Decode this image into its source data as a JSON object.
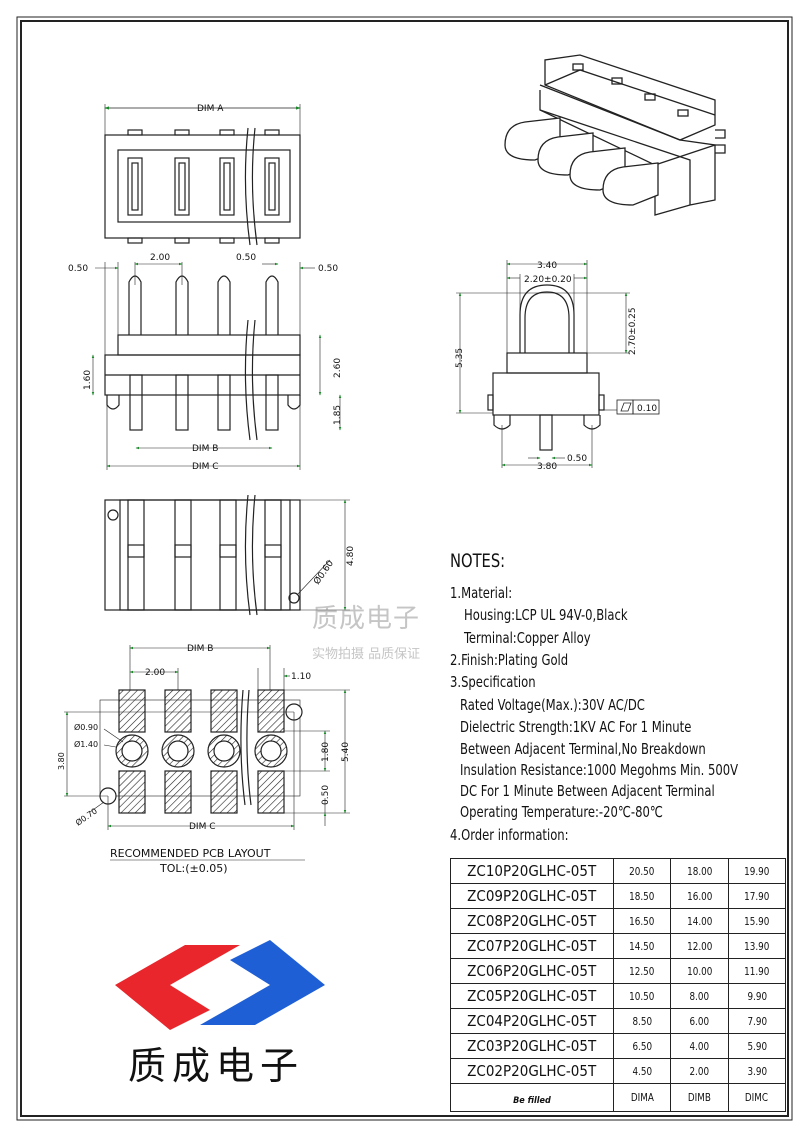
{
  "drawing": {
    "top_view": {
      "dim_a": "DIM A"
    },
    "front_view": {
      "pitch": "2.00",
      "left_offset": "0.50",
      "right_offset_a": "0.50",
      "right_offset_b": "0.50",
      "left_height": "1.60",
      "body_height": "2.60",
      "pin_height": "1.85",
      "dim_b": "DIM B",
      "dim_c": "DIM C"
    },
    "bottom_view": {
      "height": "4.80",
      "hole": "Ø0.60"
    },
    "pcb_layout": {
      "dim_b": "DIM B",
      "pitch": "2.00",
      "pad_width": "1.10",
      "hole_inner": "Ø0.90",
      "hole_outer": "Ø1.40",
      "peg_hole": "Ø0.70",
      "left_height": "3.80",
      "center": "1.80",
      "gap": "0.50",
      "total_height": "5.40",
      "dim_c": "DIM C",
      "title": "RECOMMENDED PCB LAYOUT",
      "tolerance": "TOL:(±0.05)"
    },
    "side_view": {
      "width": "3.40",
      "contact_width": "2.20±0.20",
      "contact_height": "2.70±0.25",
      "total_height": "5.35",
      "flatness": "0.10",
      "pin_width": "0.50",
      "pin_span": "3.80"
    }
  },
  "watermark": {
    "company": "质成电子",
    "slogan": "实物拍摄 品质保证"
  },
  "logo": {
    "company": "质成电子",
    "red": "#e8262b",
    "blue": "#1f5fd6"
  },
  "notes": {
    "title": "NOTES:",
    "lines": [
      "1.Material:",
      "Housing:LCP UL 94V-0,Black",
      "Terminal:Copper Alloy",
      "2.Finish:Plating Gold",
      "3.Specification",
      "Rated Voltage(Max.):30V AC/DC",
      "Dielectric Strength:1KV AC For 1 Minute",
      "Between Adjacent Terminal,No Breakdown",
      "Insulation Resistance:1000 Megohms Min. 500V",
      "DC For 1 Minute Between Adjacent Terminal",
      "Operating Temperature:-20℃-80℃",
      "4.Order information:"
    ]
  },
  "order_table": {
    "rows": [
      [
        "ZC10P20GLHC-05T",
        "20.50",
        "18.00",
        "19.90"
      ],
      [
        "ZC09P20GLHC-05T",
        "18.50",
        "16.00",
        "17.90"
      ],
      [
        "ZC08P20GLHC-05T",
        "16.50",
        "14.00",
        "15.90"
      ],
      [
        "ZC07P20GLHC-05T",
        "14.50",
        "12.00",
        "13.90"
      ],
      [
        "ZC06P20GLHC-05T",
        "12.50",
        "10.00",
        "11.90"
      ],
      [
        "ZC05P20GLHC-05T",
        "10.50",
        "8.00",
        "9.90"
      ],
      [
        "ZC04P20GLHC-05T",
        "8.50",
        "6.00",
        "7.90"
      ],
      [
        "ZC03P20GLHC-05T",
        "6.50",
        "4.00",
        "5.90"
      ],
      [
        "ZC02P20GLHC-05T",
        "4.50",
        "2.00",
        "3.90"
      ]
    ],
    "footer": [
      "Be filled",
      "DIMA",
      "DIMB",
      "DIMC"
    ]
  }
}
